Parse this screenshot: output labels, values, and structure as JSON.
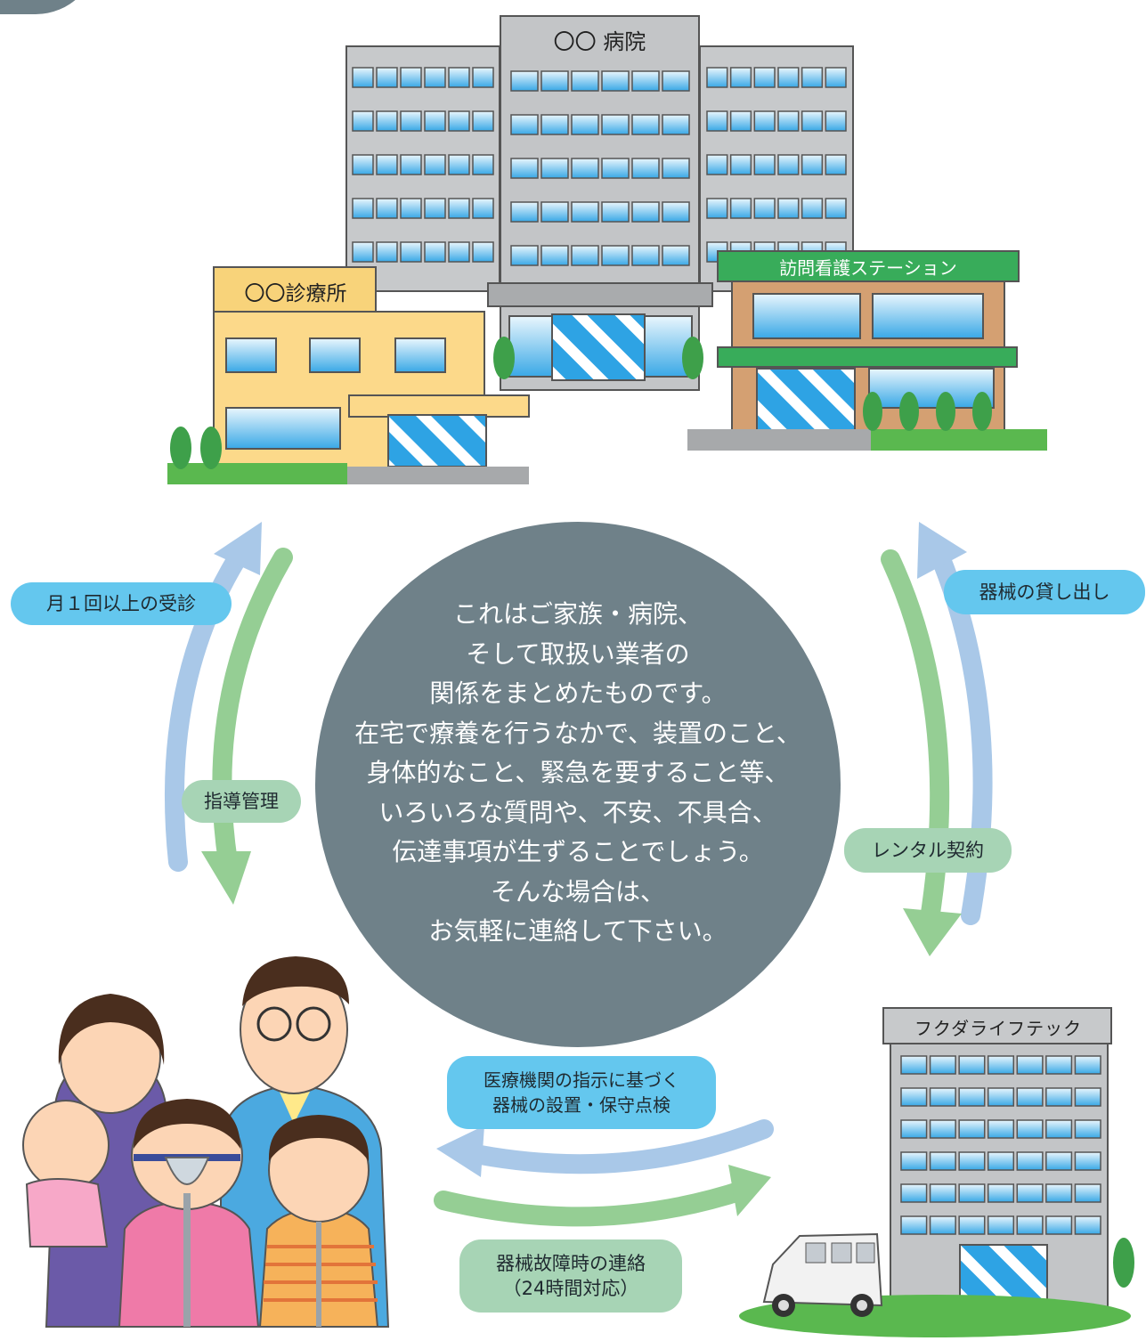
{
  "colors": {
    "accent_blue": "#64c7ee",
    "accent_green": "#a7d4b5",
    "arrow_blue": "#a9c8e8",
    "arrow_green": "#95ce94",
    "center_gray": "#6f8189"
  },
  "buildings": {
    "hospital_sign": "〇〇 病院",
    "clinic_sign": "〇〇診療所",
    "nursing_sign": "訪問看護ステーション",
    "company_sign": "フクダライフテック"
  },
  "center": {
    "lines": [
      "これはご家族・病院、",
      "そして取扱い業者の",
      "関係をまとめたものです。",
      "在宅で療養を行うなかで、装置のこと、",
      "身体的なこと、緊急を要すること等、",
      "いろいろな質問や、不安、不具合、",
      "伝達事項が生ずることでしょう。",
      "そんな場合は、",
      "お気軽に連絡して下さい。"
    ]
  },
  "labels": {
    "monthly_visit": "月１回以上の受診",
    "guidance": "指導管理",
    "equipment_loan": "器械の貸し出し",
    "rental_contract": "レンタル契約",
    "installation_line1": "医療機関の指示に基づく",
    "installation_line2": "器械の設置・保守点検",
    "failure_line1": "器械故障時の連絡",
    "failure_line2": "（24時間対応）"
  }
}
